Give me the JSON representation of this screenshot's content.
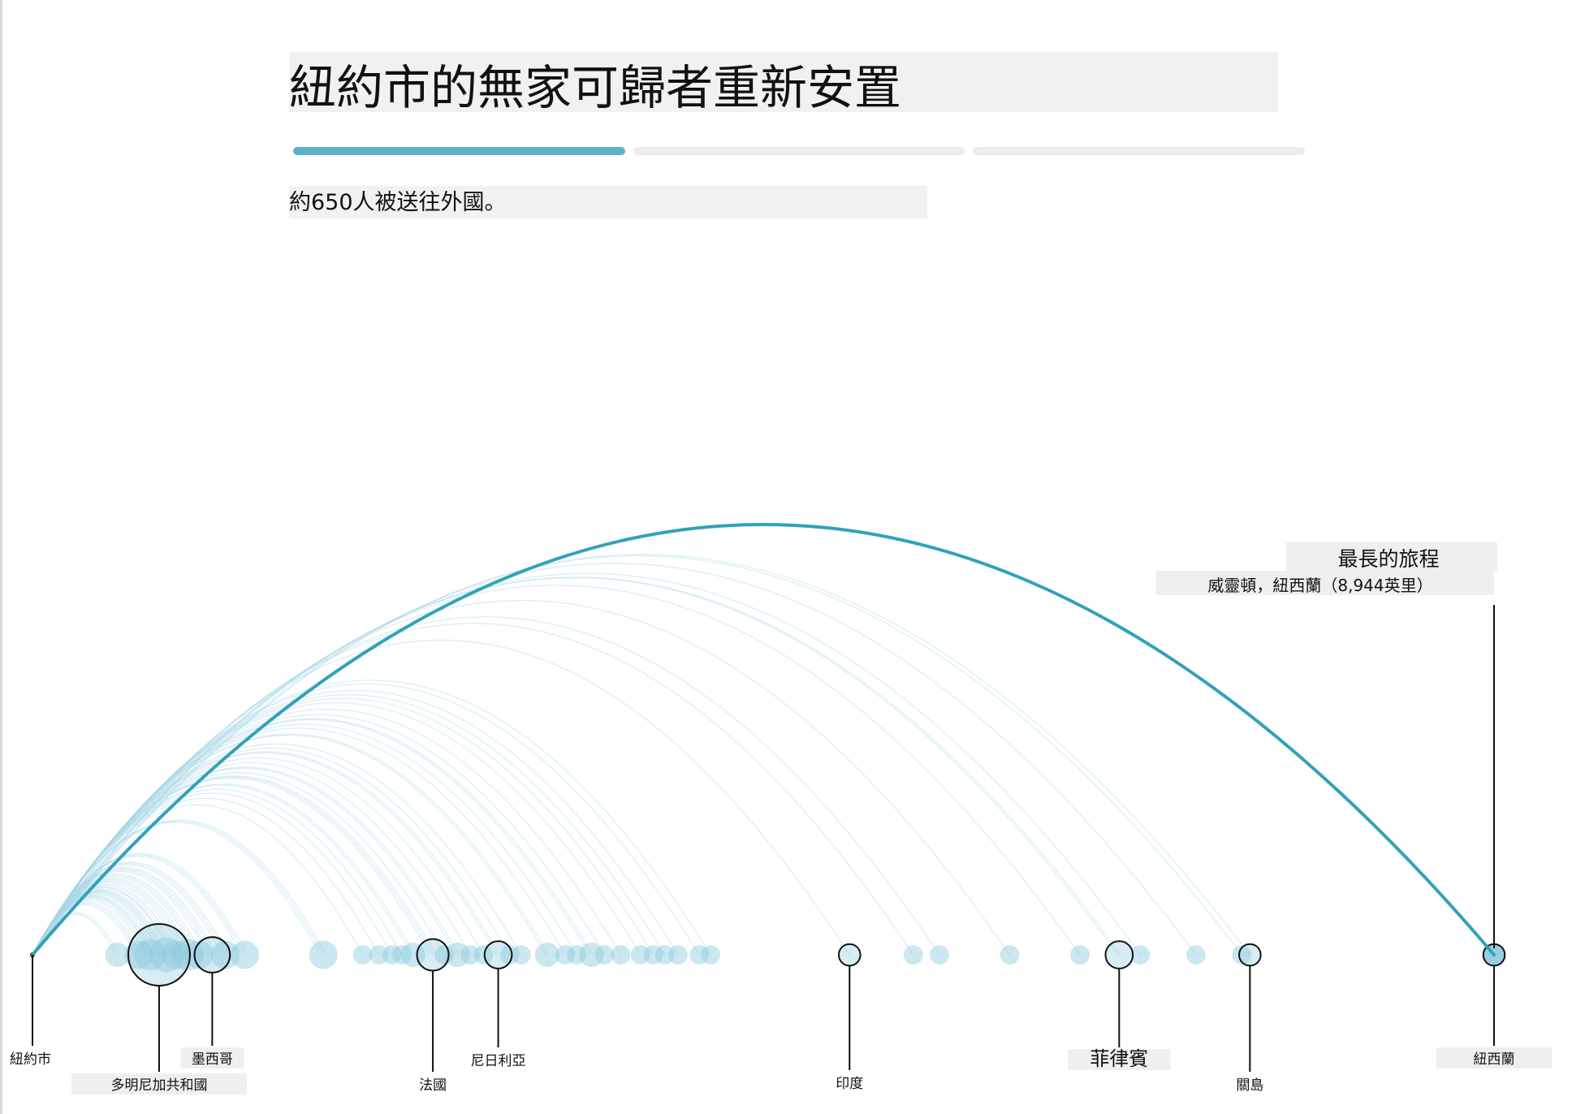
{
  "header": {
    "title": "紐約市的無家可歸者重新安置",
    "subtitle": "約650人被送往外國。"
  },
  "progress": {
    "segments": 3,
    "active_index": 0,
    "active_color": "#5bb3c8",
    "inactive_color": "#ececec"
  },
  "colors": {
    "arc_highlight": "#33a1ba",
    "arc_faint": "#a9d8e6",
    "dot_fill": "#8cc9dd",
    "label_bg": "#efefef"
  },
  "chart_data": {
    "type": "arc",
    "origin": "紐約市",
    "distance_unit": "英里",
    "x_range": [
      0,
      8944
    ],
    "longest_trip": {
      "heading": "最長的旅程",
      "detail": "威靈頓，紐西蘭（8,944英里）",
      "destination": "紐西蘭",
      "distance": 8944
    },
    "labeled_destinations": [
      {
        "name": "紐約市",
        "distance": 0,
        "size": 0
      },
      {
        "name": "多明尼加共和國",
        "distance": 775,
        "size": 12
      },
      {
        "name": "墨西哥",
        "distance": 1100,
        "size": 4
      },
      {
        "name": "法國",
        "distance": 2450,
        "size": 3
      },
      {
        "name": "尼日利亞",
        "distance": 2850,
        "size": 2
      },
      {
        "name": "印度",
        "distance": 5000,
        "size": 1
      },
      {
        "name": "菲律賓",
        "distance": 6650,
        "size": 2
      },
      {
        "name": "關島",
        "distance": 7450,
        "size": 1
      },
      {
        "name": "紐西蘭",
        "distance": 8944,
        "size": 1
      }
    ],
    "other_destinations": [
      {
        "distance": 520,
        "size": 2
      },
      {
        "distance": 650,
        "size": 3
      },
      {
        "distance": 720,
        "size": 4
      },
      {
        "distance": 820,
        "size": 5
      },
      {
        "distance": 880,
        "size": 3
      },
      {
        "distance": 950,
        "size": 4
      },
      {
        "distance": 1020,
        "size": 3
      },
      {
        "distance": 1180,
        "size": 3
      },
      {
        "distance": 1300,
        "size": 3
      },
      {
        "distance": 1780,
        "size": 3
      },
      {
        "distance": 2020,
        "size": 1
      },
      {
        "distance": 2120,
        "size": 1
      },
      {
        "distance": 2200,
        "size": 1
      },
      {
        "distance": 2260,
        "size": 1
      },
      {
        "distance": 2330,
        "size": 2
      },
      {
        "distance": 2520,
        "size": 1
      },
      {
        "distance": 2600,
        "size": 2
      },
      {
        "distance": 2680,
        "size": 1
      },
      {
        "distance": 2760,
        "size": 1
      },
      {
        "distance": 2920,
        "size": 1
      },
      {
        "distance": 2990,
        "size": 1
      },
      {
        "distance": 3150,
        "size": 2
      },
      {
        "distance": 3260,
        "size": 1
      },
      {
        "distance": 3330,
        "size": 1
      },
      {
        "distance": 3420,
        "size": 2
      },
      {
        "distance": 3500,
        "size": 1
      },
      {
        "distance": 3600,
        "size": 1
      },
      {
        "distance": 3720,
        "size": 1
      },
      {
        "distance": 3800,
        "size": 1
      },
      {
        "distance": 3870,
        "size": 1
      },
      {
        "distance": 3950,
        "size": 1
      },
      {
        "distance": 4080,
        "size": 1
      },
      {
        "distance": 4150,
        "size": 1
      },
      {
        "distance": 5390,
        "size": 1
      },
      {
        "distance": 5550,
        "size": 1
      },
      {
        "distance": 5980,
        "size": 1
      },
      {
        "distance": 6410,
        "size": 1
      },
      {
        "distance": 6780,
        "size": 1
      },
      {
        "distance": 7120,
        "size": 1
      },
      {
        "distance": 7400,
        "size": 1
      }
    ]
  }
}
